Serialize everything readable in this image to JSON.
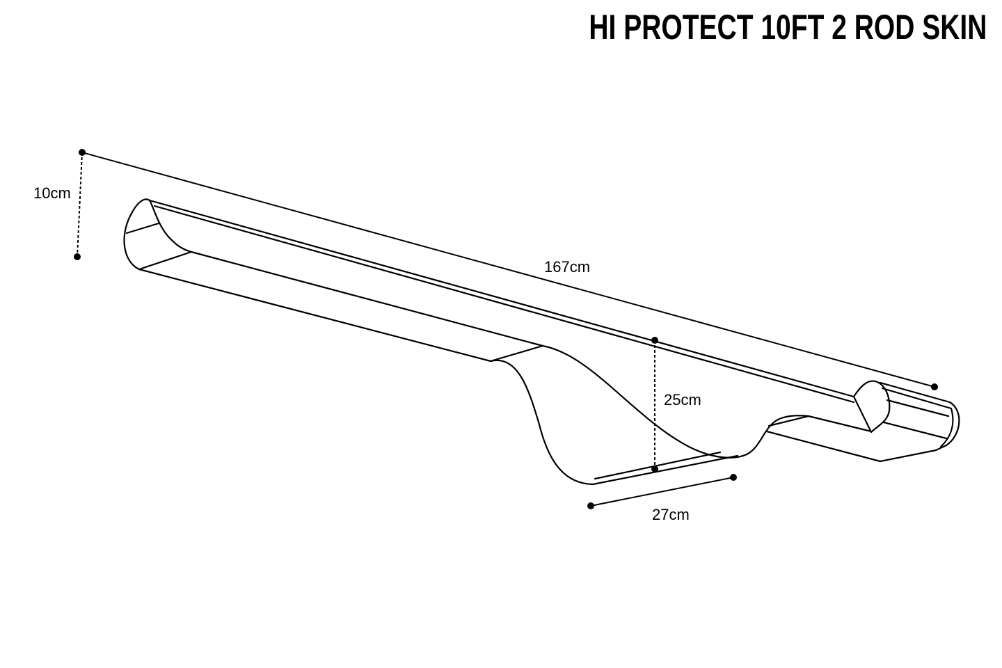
{
  "title": "HI PROTECT 10FT 2 ROD SKIN",
  "dimensions": {
    "height_end": "10cm",
    "length": "167cm",
    "height_reel": "25cm",
    "width_reel": "27cm"
  }
}
